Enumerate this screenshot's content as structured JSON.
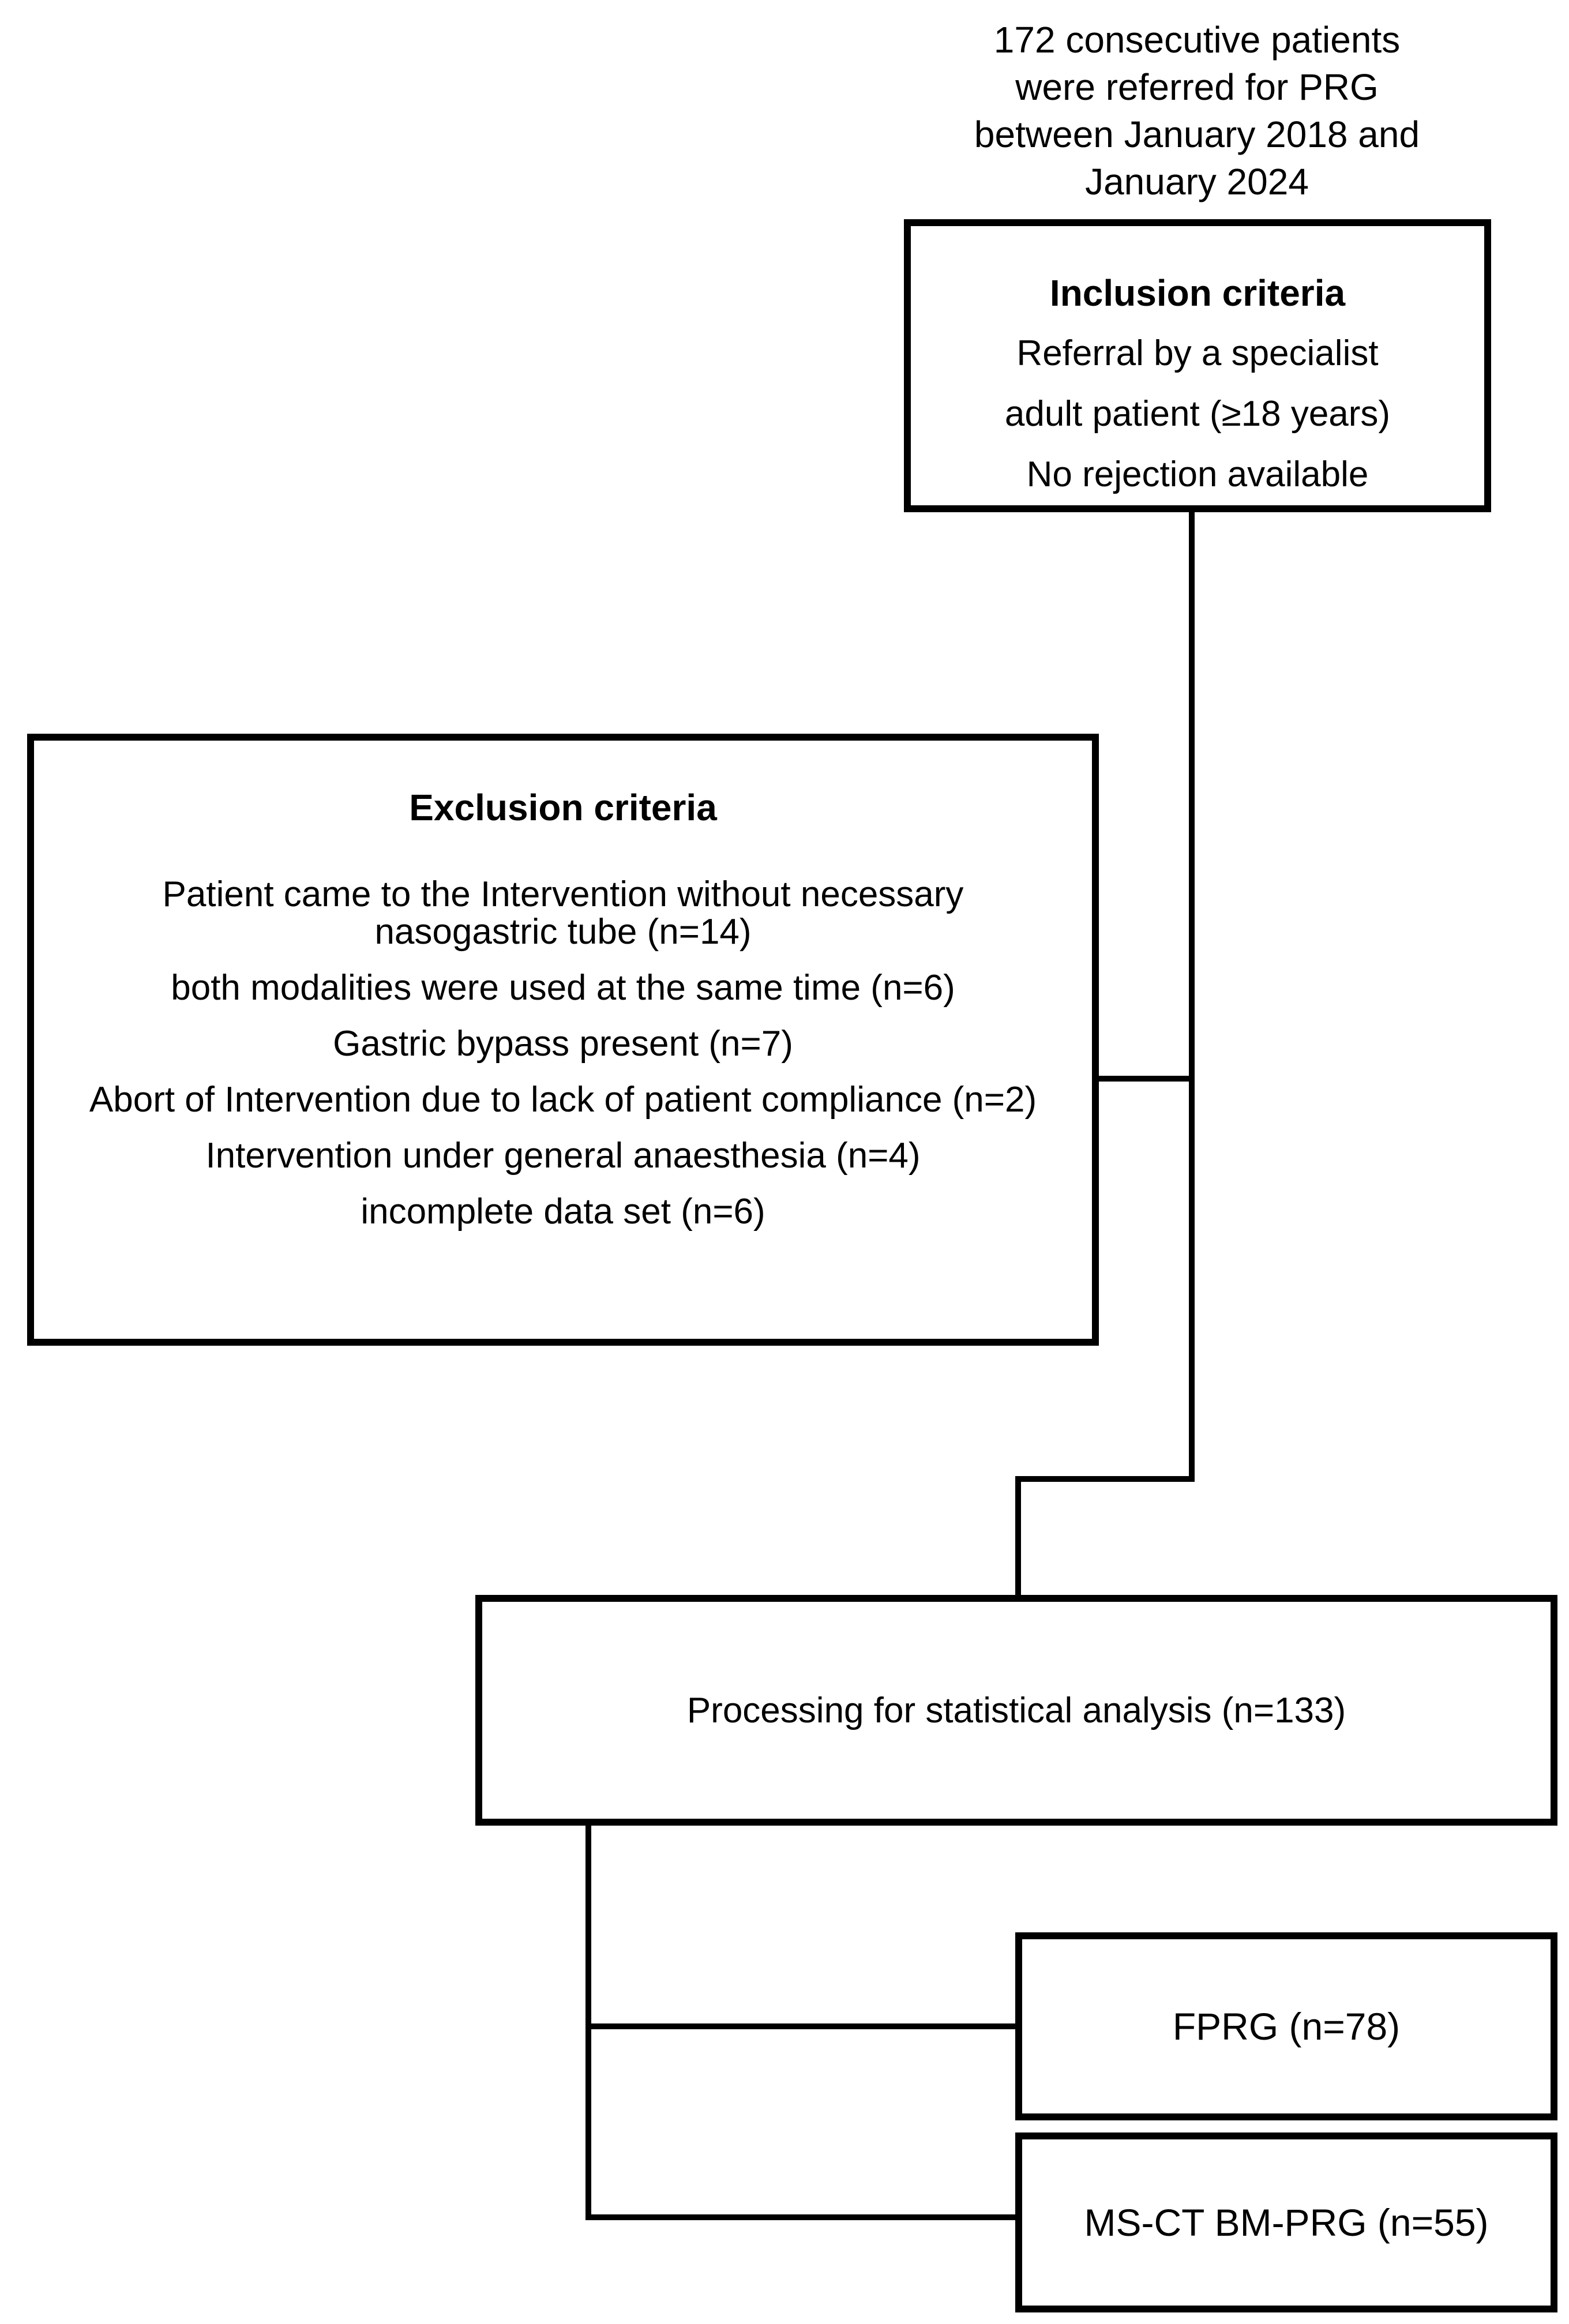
{
  "colors": {
    "ink": "#000000",
    "background": "#ffffff"
  },
  "top_note": {
    "lines": [
      "172 consecutive patients",
      "were referred for PRG",
      "between January 2018 and",
      "January 2024"
    ]
  },
  "inclusion_box": {
    "title": "Inclusion criteria",
    "items": [
      "Referral by a specialist",
      "adult patient (≥18 years)",
      "No rejection available"
    ]
  },
  "exclusion_box": {
    "title": "Exclusion criteria",
    "items": [
      {
        "lines": [
          "Patient came to the Intervention without necessary",
          "nasogastric tube (n=14)"
        ]
      },
      {
        "lines": [
          "both modalities were used at the same time (n=6)"
        ]
      },
      {
        "lines": [
          "Gastric bypass present (n=7)"
        ]
      },
      {
        "lines": [
          "Abort of Intervention due to lack of patient compliance (n=2)"
        ]
      },
      {
        "lines": [
          "Intervention under general anaesthesia (n=4)"
        ]
      },
      {
        "lines": [
          "incomplete data set (n=6)"
        ]
      }
    ]
  },
  "processing_box": {
    "label": "Processing for statistical analysis (n=133)"
  },
  "fprg_box": {
    "label": "FPRG (n=78)"
  },
  "msct_box": {
    "label": "MS-CT BM-PRG (n=55)"
  }
}
